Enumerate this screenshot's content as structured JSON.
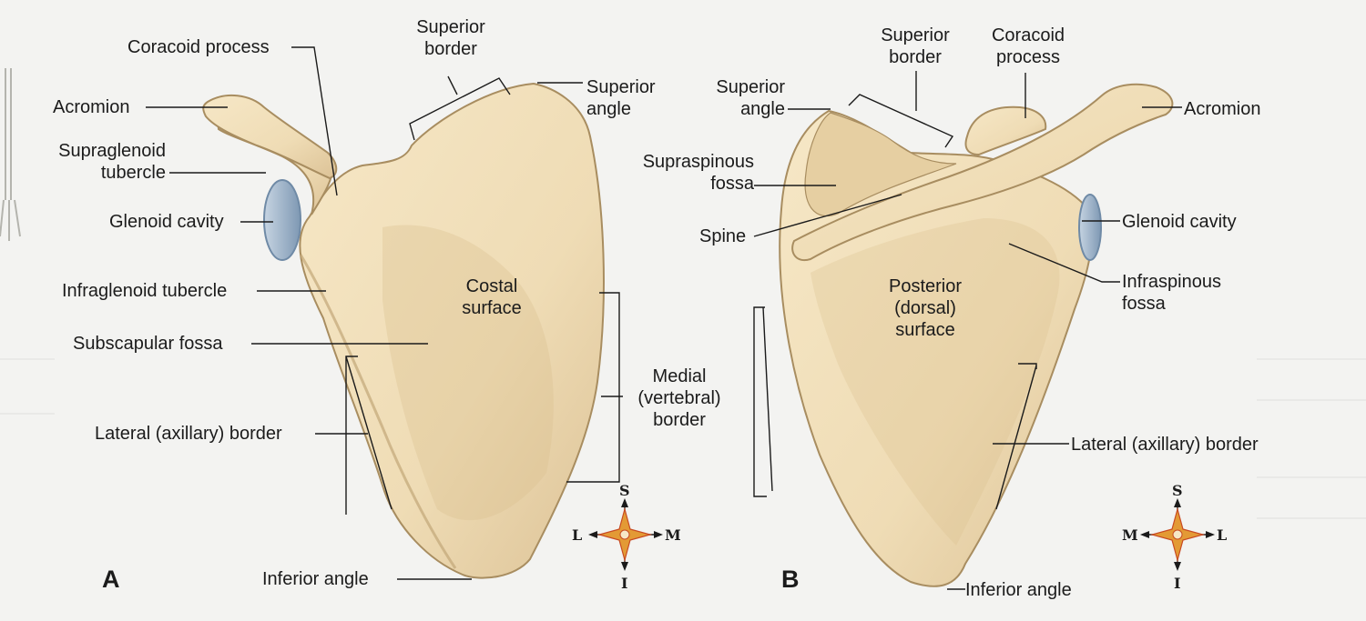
{
  "colors": {
    "background": "#f3f3f1",
    "bone_fill": "#efdcb5",
    "bone_shadow": "#d9bf8e",
    "bone_outline": "#a88d60",
    "cartilage": "#9fb6cc",
    "leader_line": "#1b1b1b",
    "compass_gold": "#e39a35",
    "compass_red": "#c84a22"
  },
  "panel_a": {
    "letter": "A",
    "labels": {
      "coracoid_process": "Coracoid process",
      "superior_border": "Superior\nborder",
      "superior_angle": "Superior\nangle",
      "acromion": "Acromion",
      "supraglenoid_tubercle": "Supraglenoid\ntubercle",
      "glenoid_cavity": "Glenoid cavity",
      "infraglenoid_tubercle": "Infraglenoid tubercle",
      "subscapular_fossa": "Subscapular fossa",
      "costal_surface": "Costal\nsurface",
      "lateral_border": "Lateral (axillary) border",
      "inferior_angle": "Inferior angle",
      "medial_border": "Medial\n(vertebral)\nborder"
    },
    "compass": {
      "top": "S",
      "bottom": "I",
      "left": "L",
      "right": "M"
    }
  },
  "panel_b": {
    "letter": "B",
    "labels": {
      "superior_angle": "Superior\nangle",
      "superior_border": "Superior\nborder",
      "coracoid_process": "Coracoid\nprocess",
      "acromion": "Acromion",
      "supraspinous_fossa": "Supraspinous\nfossa",
      "spine": "Spine",
      "glenoid_cavity": "Glenoid cavity",
      "infraspinous_fossa": "Infraspinous\nfossa",
      "posterior_surface": "Posterior\n(dorsal)\nsurface",
      "lateral_border": "Lateral (axillary) border",
      "inferior_angle": "Inferior angle"
    },
    "compass": {
      "top": "S",
      "bottom": "I",
      "left": "M",
      "right": "L"
    }
  }
}
